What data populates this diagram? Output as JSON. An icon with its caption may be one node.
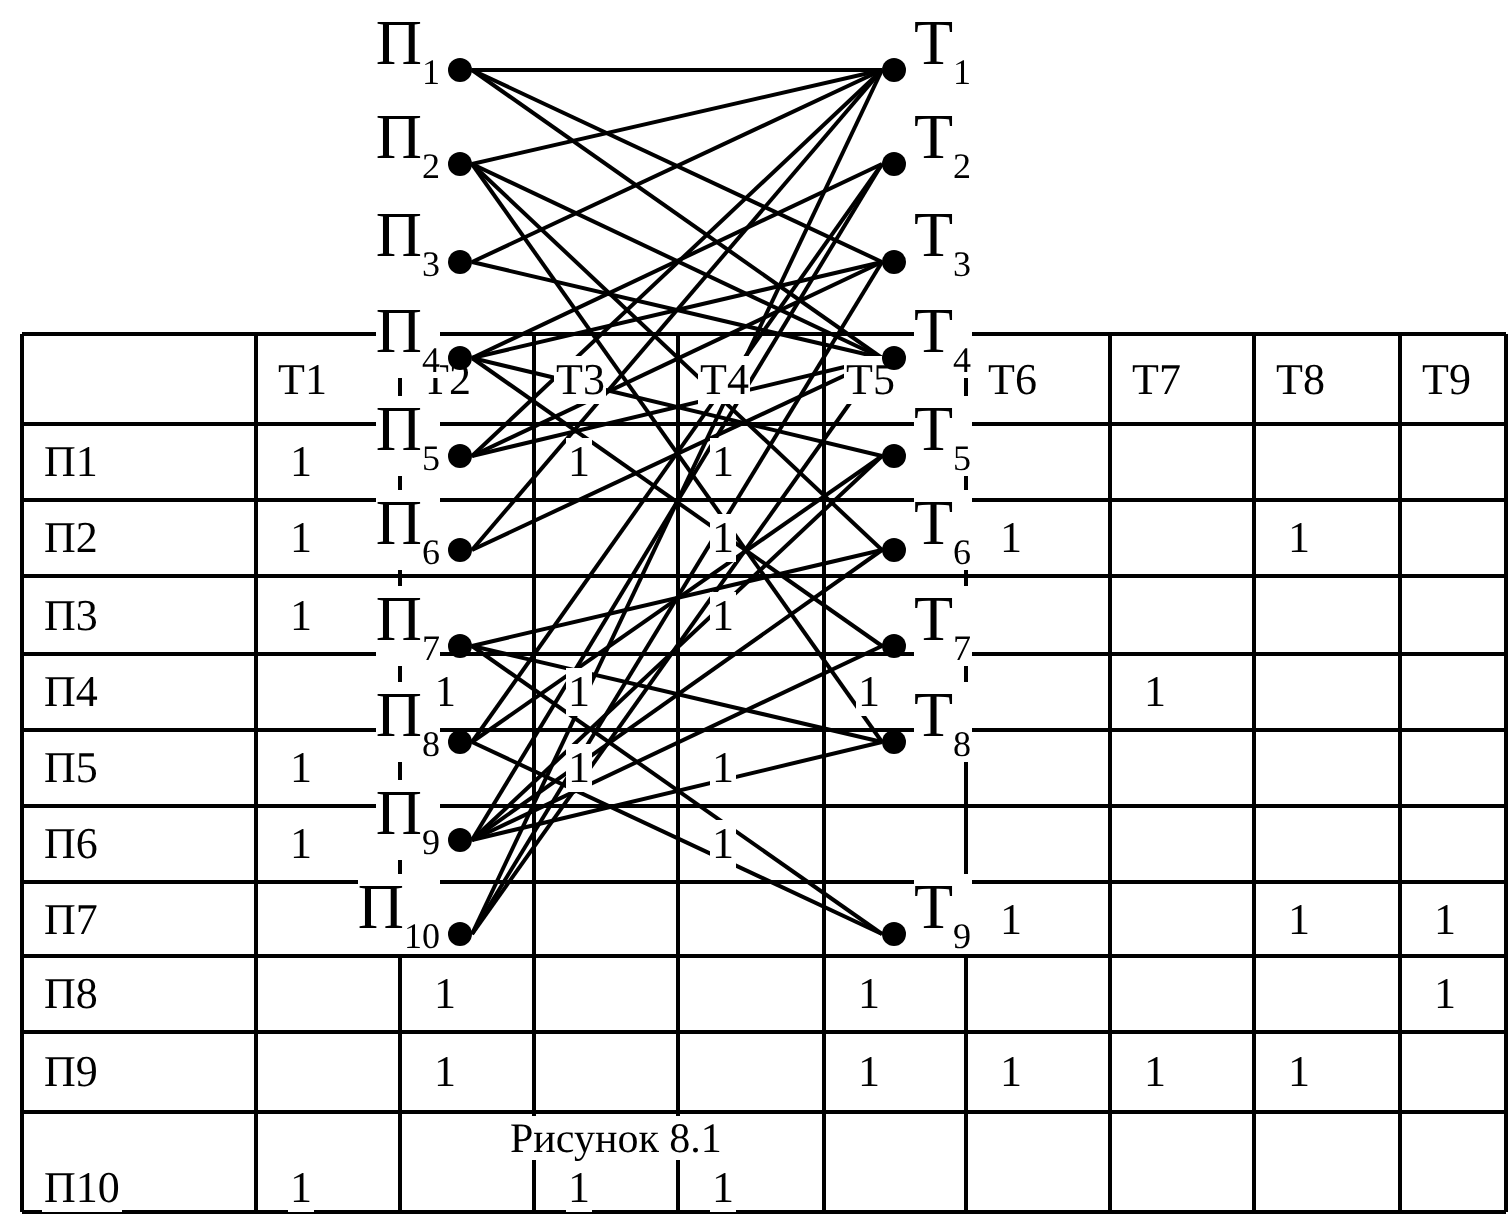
{
  "diagram": {
    "caption": "Рисунок 8.1",
    "nodes": [
      {
        "text": [
          "П$_{1}$"
        ]
      },
      {
        "text": [
          "П$_{2}$"
        ]
      },
      {
        "text": [
          "П$_{3}$"
        ]
      },
      {
        "text": [
          "П$_{4}$"
        ]
      },
      {
        "text": [
          "П$_{5}$"
        ]
      },
      {
        "text": [
          "П$_{6}$"
        ]
      },
      {
        "text": [
          "П$_{7}$"
        ]
      },
      {
        "text": [
          "П$_{8}$"
        ]
      },
      {
        "text": [
          "П$_{9}$"
        ]
      },
      {
        "text": [
          "П$_{10}$"
        ]
      },
      {
        "text": [
          "Т$_{1}$"
        ]
      },
      {
        "text": [
          "Т$_{2}$"
        ]
      },
      {
        "text": [
          "Т$_{3}$"
        ]
      },
      {
        "text": [
          "Т$_{4}$"
        ]
      },
      {
        "text": [
          "Т$_{5}$"
        ]
      },
      {
        "text": [
          "Т$_{6}$"
        ]
      },
      {
        "text": [
          "Т$_{7}$"
        ]
      },
      {
        "text": [
          "Т$_{8}$"
        ]
      },
      {
        "text": [
          "Т$_{9}$"
        ]
      }
    ],
    "edges": [
      {
        "from": 0,
        "to": 10,
        "arrow": "none"
      },
      {
        "from": 0,
        "to": 12,
        "arrow": "none"
      },
      {
        "from": 0,
        "to": 13,
        "arrow": "none"
      },
      {
        "from": 1,
        "to": 10,
        "arrow": "none"
      },
      {
        "from": 1,
        "to": 13,
        "arrow": "none"
      },
      {
        "from": 1,
        "to": 15,
        "arrow": "none"
      },
      {
        "from": 1,
        "to": 17,
        "arrow": "none"
      },
      {
        "from": 2,
        "to": 10,
        "arrow": "none"
      },
      {
        "from": 2,
        "to": 13,
        "arrow": "none"
      },
      {
        "from": 3,
        "to": 11,
        "arrow": "none"
      },
      {
        "from": 3,
        "to": 12,
        "arrow": "none"
      },
      {
        "from": 3,
        "to": 14,
        "arrow": "none"
      },
      {
        "from": 3,
        "to": 16,
        "arrow": "none"
      },
      {
        "from": 4,
        "to": 10,
        "arrow": "none"
      },
      {
        "from": 4,
        "to": 12,
        "arrow": "none"
      },
      {
        "from": 4,
        "to": 13,
        "arrow": "none"
      },
      {
        "from": 5,
        "to": 10,
        "arrow": "none"
      },
      {
        "from": 5,
        "to": 13,
        "arrow": "none"
      },
      {
        "from": 6,
        "to": 15,
        "arrow": "none"
      },
      {
        "from": 6,
        "to": 17,
        "arrow": "none"
      },
      {
        "from": 6,
        "to": 18,
        "arrow": "none"
      },
      {
        "from": 7,
        "to": 11,
        "arrow": "none"
      },
      {
        "from": 7,
        "to": 14,
        "arrow": "none"
      },
      {
        "from": 7,
        "to": 18,
        "arrow": "none"
      },
      {
        "from": 8,
        "to": 11,
        "arrow": "none"
      },
      {
        "from": 8,
        "to": 14,
        "arrow": "none"
      },
      {
        "from": 8,
        "to": 15,
        "arrow": "none"
      },
      {
        "from": 8,
        "to": 16,
        "arrow": "none"
      },
      {
        "from": 8,
        "to": 17,
        "arrow": "none"
      },
      {
        "from": 9,
        "to": 10,
        "arrow": "none"
      },
      {
        "from": 9,
        "to": 12,
        "arrow": "none"
      },
      {
        "from": 9,
        "to": 13,
        "arrow": "none"
      }
    ],
    "labels": [
      "Т1",
      "Т2",
      "Т3",
      "Т4",
      "Т5",
      "Т6",
      "Т7",
      "Т8",
      "Т9",
      "П1",
      "1",
      "1",
      "1",
      "П2",
      "1",
      "1",
      "1",
      "1",
      "П3",
      "1",
      "1",
      "П4",
      "1",
      "1",
      "1",
      "1",
      "П5",
      "1",
      "1",
      "1",
      "П6",
      "1",
      "1",
      "П7",
      "1",
      "1",
      "1",
      "П8",
      "1",
      "1",
      "1",
      "П9",
      "1",
      "1",
      "1",
      "1",
      "1",
      "П10",
      "1",
      "1",
      "1"
    ]
  }
}
